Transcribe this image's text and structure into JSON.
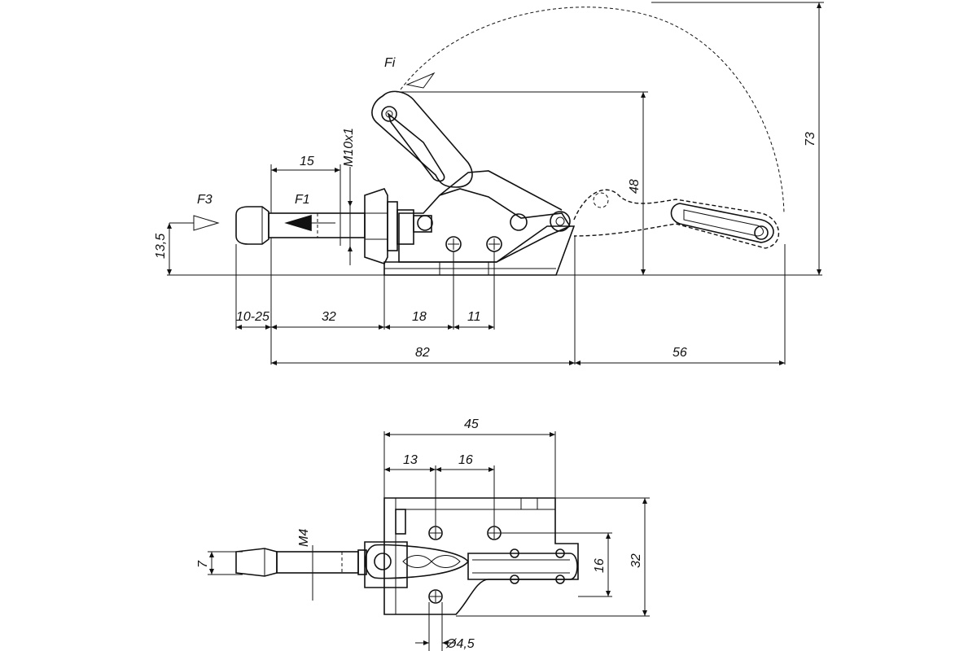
{
  "labels": {
    "fi": "Fi",
    "f3": "F3",
    "f1": "F1",
    "thread": "M10x1",
    "d15": "15",
    "d13_5": "13,5",
    "d48": "48",
    "d73": "73",
    "d10_25": "10-25",
    "d32": "32",
    "d18": "18",
    "d11": "11",
    "d82": "82",
    "d56": "56",
    "d45": "45",
    "d13": "13",
    "d16top": "16",
    "m4": "M4",
    "d7": "7",
    "d16side": "16",
    "d32side": "32",
    "hole": "Ø4,5"
  }
}
